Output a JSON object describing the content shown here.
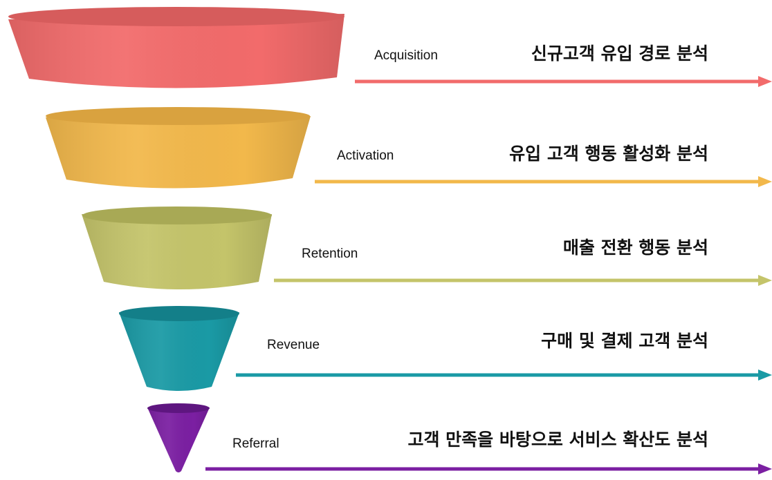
{
  "funnel": {
    "stages": [
      {
        "name": "Acquisition",
        "description": "신규고객 유입 경로 분석",
        "color": "#f26b6b"
      },
      {
        "name": "Activation",
        "description": "유입 고객 행동 활성화 분석",
        "color": "#f2b84b"
      },
      {
        "name": "Retention",
        "description": "매출 전환 행동 분석",
        "color": "#c4c46a"
      },
      {
        "name": "Revenue",
        "description": "구매 및 결제 고객 분석",
        "color": "#1a9aa5"
      },
      {
        "name": "Referral",
        "description": "고객 만족을 바탕으로 서비스 확산도 분석",
        "color": "#7b1fa2"
      }
    ]
  }
}
